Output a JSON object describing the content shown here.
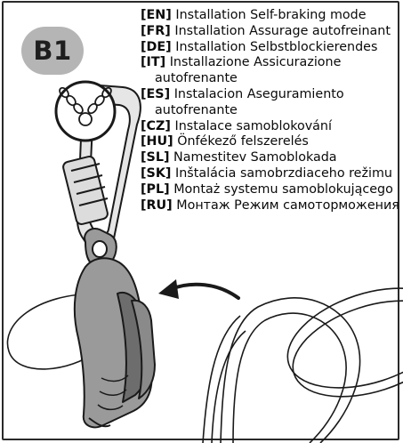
{
  "step_label": "B1",
  "instructions": [
    {
      "code": "[EN]",
      "text": "Installation Self-braking mode"
    },
    {
      "code": "[FR]",
      "text": "Installation Assurage autofreinant"
    },
    {
      "code": "[DE]",
      "text": "Installation Selbstblockierendes"
    },
    {
      "code": "[IT]",
      "text": "Installazione Assicurazione",
      "cont": "autofrenante"
    },
    {
      "code": "[ES]",
      "text": "Instalacion Aseguramiento",
      "cont": "autofrenante"
    },
    {
      "code": "[CZ]",
      "text": "Instalace samoblokování"
    },
    {
      "code": "[HU]",
      "text": "Önfékező felszerelés"
    },
    {
      "code": "[SL]",
      "text": "Namestitev Samoblokada"
    },
    {
      "code": "[SK]",
      "text": "Inštalácia samobrzdiaceho režimu"
    },
    {
      "code": "[PL]",
      "text": "Montaż systemu samoblokującego"
    },
    {
      "code": "[RU]",
      "text": "Монтаж Режим самоторможения"
    }
  ],
  "colors": {
    "badge": "#b5b5b5",
    "device": "#9a9a9a",
    "device_dark": "#6d6d6d",
    "metal": "#e6e6e6",
    "outline": "#1a1a1a"
  },
  "icons": [
    "anchor-chain-icon",
    "direction-arrow-icon"
  ]
}
